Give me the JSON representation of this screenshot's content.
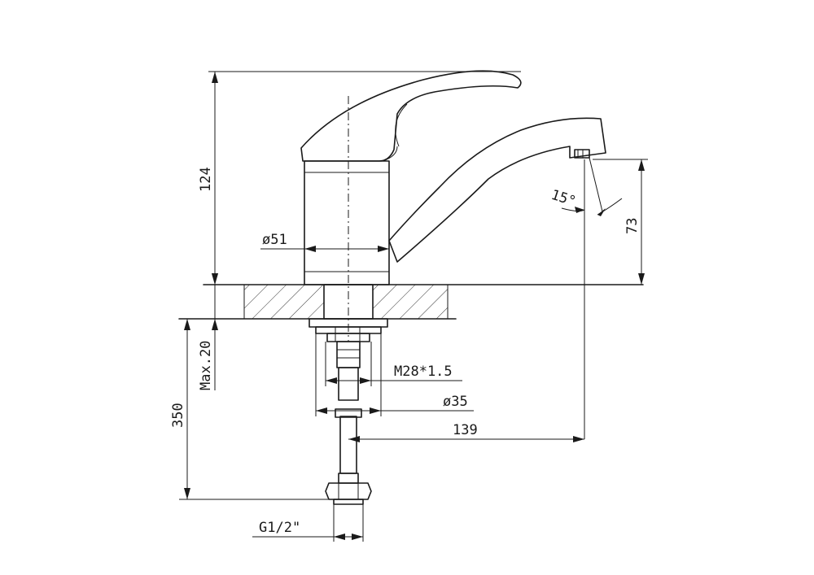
{
  "dimensions": {
    "height_total": "124",
    "spout_height": "73",
    "body_diameter": "ø51",
    "spout_angle": "15°",
    "max_thickness": "Max.20",
    "hose_length": "350",
    "thread": "M28*1.5",
    "shank_diameter": "ø35",
    "spout_reach": "139",
    "connection": "G1/2\""
  }
}
